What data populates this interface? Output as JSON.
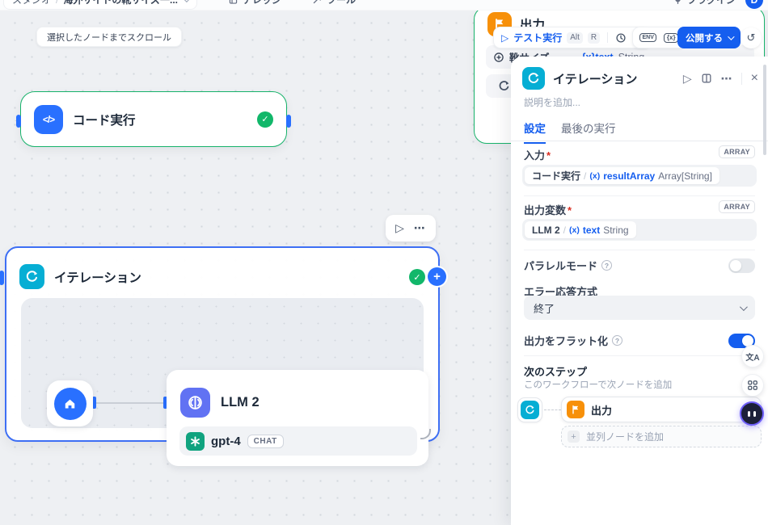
{
  "topbar": {
    "breadcrumb": {
      "app": "スタジオ",
      "separator": "/",
      "workflow": "海外サイトの靴サイズ一..."
    },
    "nav": {
      "knowledge": "ナレッジ",
      "tools": "ツール",
      "plugins": "プラグイン"
    },
    "avatar_initial": "D"
  },
  "canvas": {
    "scroll_to_node": "選択したノードまでスクロール",
    "code_node": {
      "title": "コード実行",
      "icon_glyph": "</>"
    },
    "iteration_node": {
      "title": "イテレーション"
    },
    "llm_node": {
      "title": "LLM 2",
      "model": "gpt-4",
      "mode_badge": "CHAT"
    },
    "end_node": {
      "title": "出力",
      "row_name": "靴サイズ",
      "row_value": "{x}text",
      "row_type": "String"
    },
    "node_toolbar": {
      "play": "▷",
      "more": "⋯"
    }
  },
  "run_toolbar": {
    "play": "▷",
    "test_run": "テスト実行",
    "shortcut_alt": "Alt",
    "shortcut_r": "R",
    "env": "ENV",
    "var": "{x}",
    "publish": "公開する",
    "undo": "↺"
  },
  "panel": {
    "title": "イテレーション",
    "description_placeholder": "説明を追加...",
    "tab_settings": "設定",
    "tab_last_run": "最後の実行",
    "array_badge": "ARRAY",
    "required_mark": "*",
    "input": {
      "label": "入力",
      "node": "コード実行",
      "sep": "/",
      "var_icon": "(x)",
      "var": "resultArray",
      "type": "Array[String]"
    },
    "output": {
      "label": "出力変数",
      "node": "LLM 2",
      "sep": "/",
      "var_icon": "(x)",
      "var": "text",
      "type": "String"
    },
    "parallel_mode_label": "パラレルモード",
    "error_mode_label": "エラー応答方式",
    "error_mode_value": "終了",
    "flatten_label": "出力をフラット化",
    "next_step_title": "次のステップ",
    "next_step_subtitle": "このワークフローで次ノードを追加",
    "next_node_label": "出力",
    "add_parallel_label": "並列ノードを追加",
    "glyph_play": "▷",
    "glyph_more": "⋯",
    "glyph_close": "×",
    "glyph_check": "✓",
    "glyph_plus": "+",
    "glyph_help": "?"
  },
  "fabs": {
    "translate": "文A"
  }
}
